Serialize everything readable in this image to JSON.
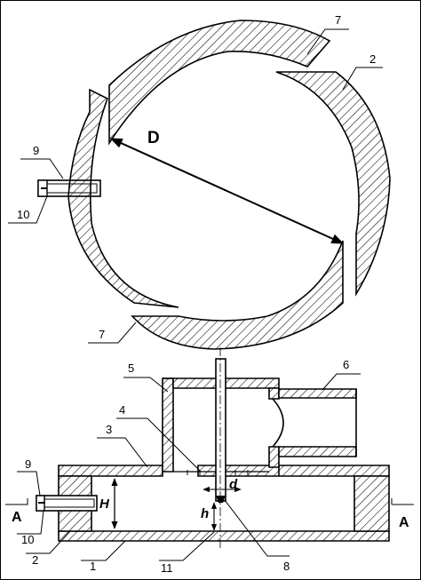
{
  "labels": {
    "dimension_D": "D",
    "dimension_H": "H",
    "dimension_h": "h",
    "dimension_d": "d",
    "section_left": "A",
    "section_right": "A"
  },
  "callouts": {
    "top_7a": "7",
    "top_2": "2",
    "top_9": "9",
    "top_10": "10",
    "top_7b": "7",
    "bot_5": "5",
    "bot_6": "6",
    "bot_4": "4",
    "bot_3": "3",
    "bot_9": "9",
    "bot_10": "10",
    "bot_2": "2",
    "bot_1": "1",
    "bot_11": "11",
    "bot_8": "8"
  }
}
